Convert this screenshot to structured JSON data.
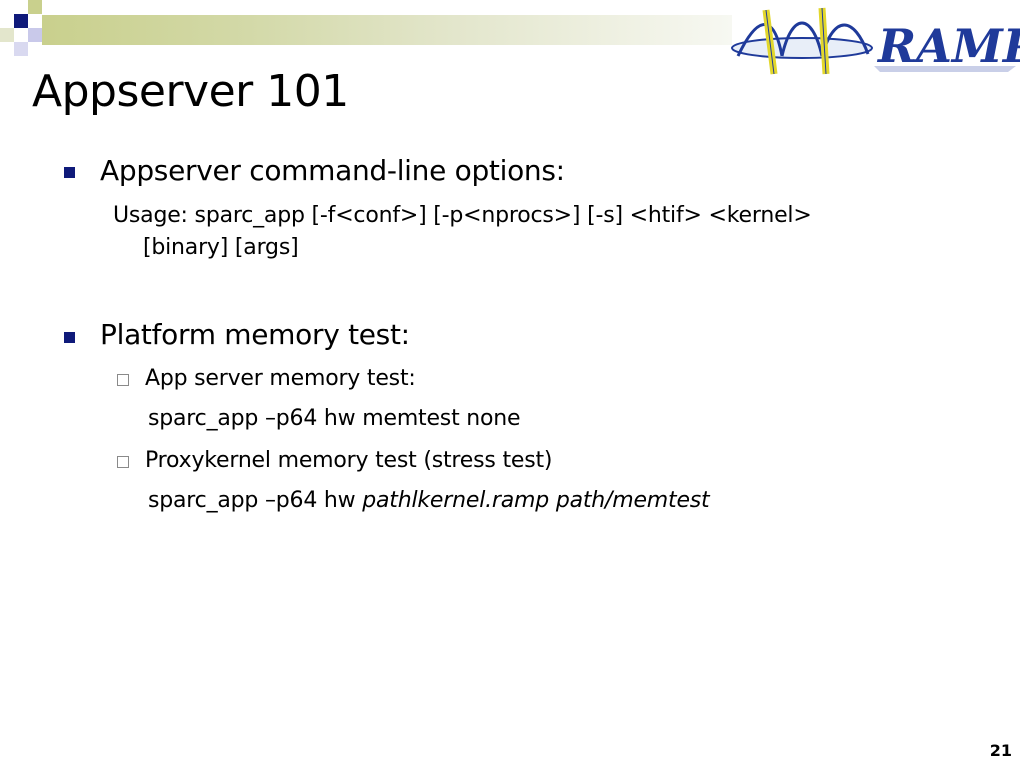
{
  "slide": {
    "title": "Appserver 101",
    "logo_text": "RAMP",
    "bullets": [
      {
        "text": "Appserver command-line options:"
      },
      {
        "text": "Platform memory test:"
      }
    ],
    "usage_line1": "Usage: sparc_app [-f<conf>] [-p<nprocs>] [-s] <htif> <kernel>",
    "usage_line2": "[binary] [args]",
    "sub_items": [
      {
        "label": "App server memory test:",
        "command": "sparc_app –p64 hw memtest none"
      },
      {
        "label": "Proxykernel memory test (stress test)",
        "command_plain": "sparc_app –p64 hw ",
        "command_italic": "pathlkernel.ramp  path/memtest"
      }
    ],
    "page_number": "21"
  },
  "colors": {
    "bullet": "#0f1a7a",
    "logo_blue": "#1f3a9a",
    "logo_yellow": "#f0e83a",
    "bar_green": "#c9d08d"
  }
}
